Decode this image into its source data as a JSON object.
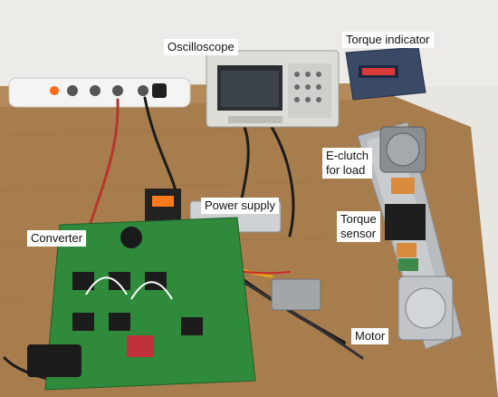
{
  "labels": {
    "oscilloscope": "Oscilloscope",
    "torque_indicator": "Torque indicator",
    "e_clutch_line1": "E-clutch",
    "e_clutch_line2": "for load",
    "power_supply": "Power supply",
    "torque_sensor_line1": "Torque",
    "torque_sensor_line2": "sensor",
    "converter": "Converter",
    "motor": "Motor"
  }
}
